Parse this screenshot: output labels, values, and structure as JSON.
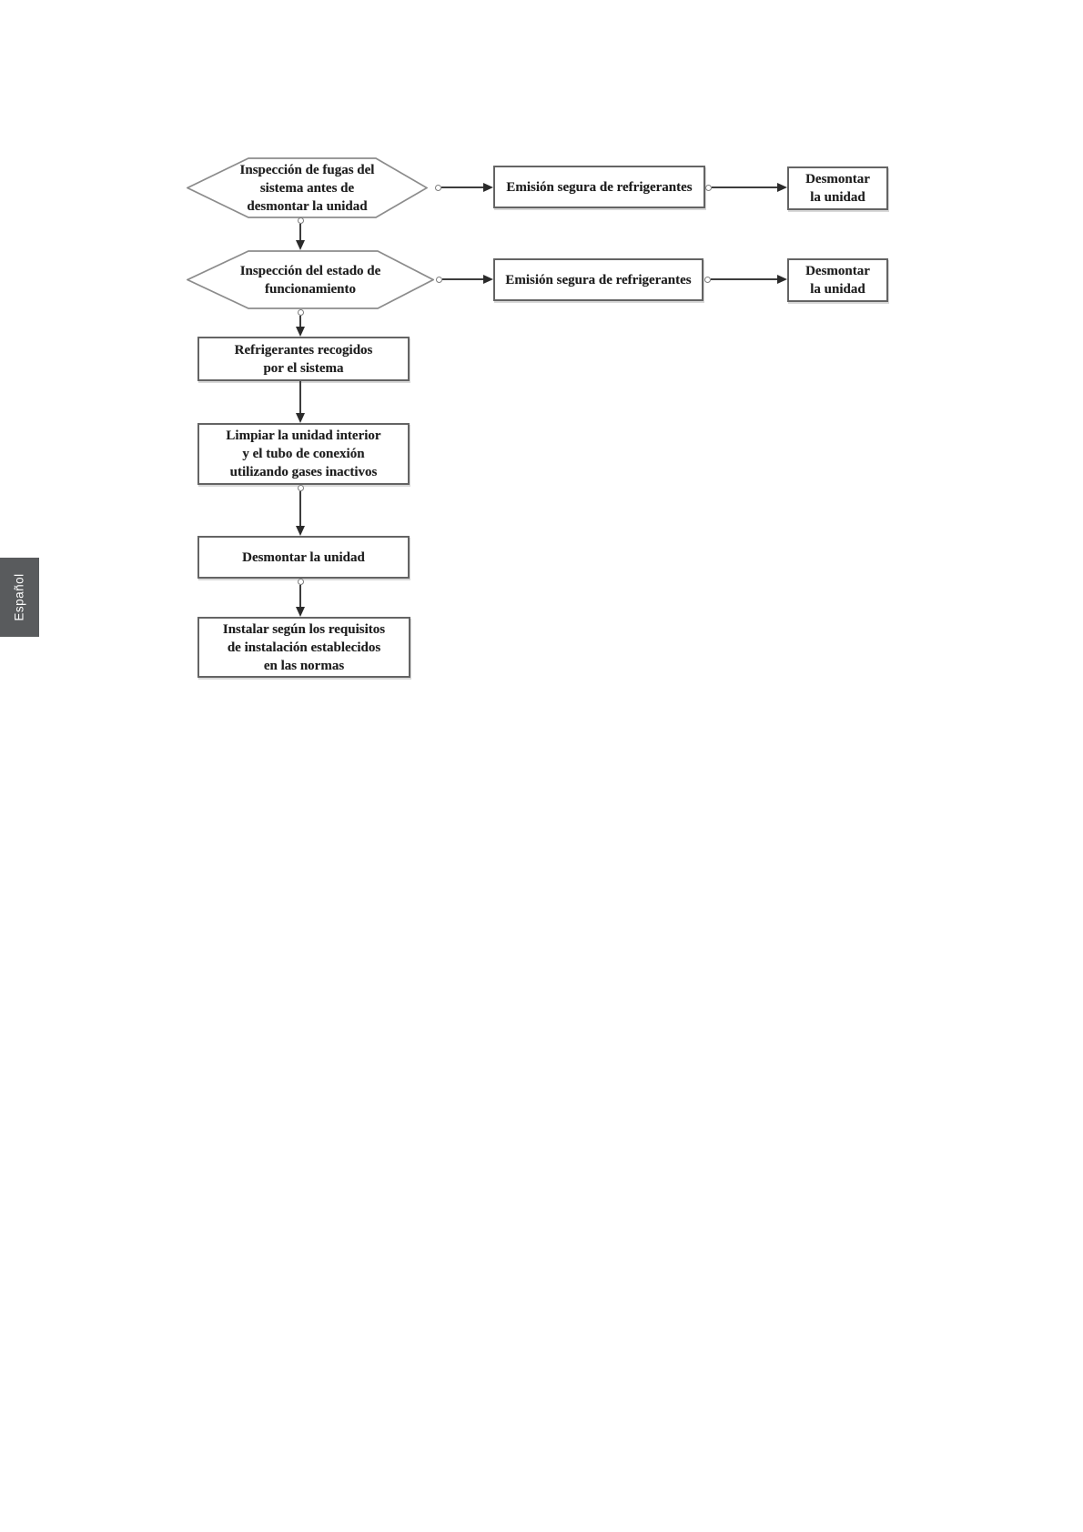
{
  "page": {
    "background": "#ffffff"
  },
  "language_tab": {
    "label": "Español",
    "background": "#595b5d",
    "text_color": "#ffffff"
  },
  "flowchart": {
    "colors": {
      "line": "#3d3d3d",
      "box_border": "#646464",
      "hex_border": "#8c8c8c",
      "text": "#1e1e1e"
    },
    "nodes": {
      "hex_leak_inspection": "Inspección de fugas del\nsistema antes de\ndesmontar la unidad",
      "box_safe_emission_1": "Emisión segura de refrigerantes",
      "box_dismount_1": "Desmontar\nla unidad",
      "hex_operating_state": "Inspección del estado de\nfuncionamiento",
      "box_safe_emission_2": "Emisión segura de refrigerantes",
      "box_dismount_2": "Desmontar\nla unidad",
      "box_refrigerants_collected": "Refrigerantes recogidos\npor el sistema",
      "box_clean_unit": "Limpiar la unidad interior\ny el tubo de conexión\nutilizando gases inactivos",
      "box_dismount_unit": "Desmontar la unidad",
      "box_install_requirements": "Instalar según los requisitos\nde instalación establecidos\nen las normas"
    }
  }
}
